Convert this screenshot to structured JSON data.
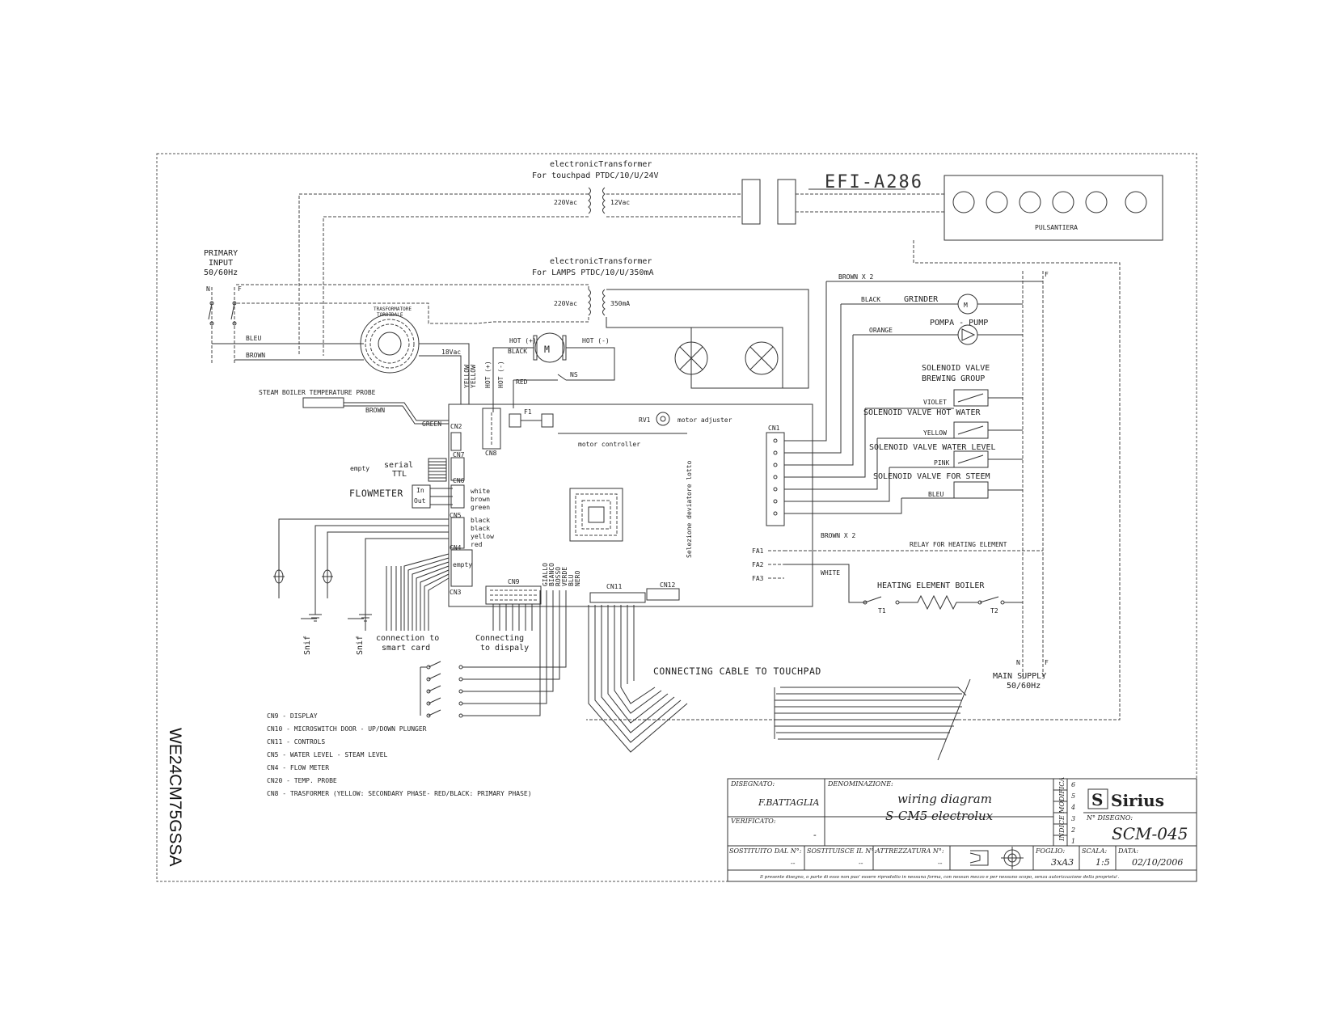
{
  "side_label": "WE24CM75GSSA",
  "top": {
    "transformer1_title": "electronicTransformer",
    "transformer1_spec": "For  touchpad  PTDC/10/U/24V",
    "transformer1_primary": "220Vac",
    "transformer1_secondary": "12Vac",
    "efi_label": "EFI-A286",
    "keypad_label": "PULSANTIERA",
    "transformer2_title": "electronicTransformer",
    "transformer2_spec": "For  LAMPS     PTDC/10/U/350mA",
    "transformer2_primary": "220Vac",
    "transformer2_secondary": "350mA"
  },
  "left": {
    "primary_input": [
      "PRIMARY",
      "INPUT",
      "50/60Hz"
    ],
    "n": "N",
    "f": "F",
    "bleu": "BLEU",
    "brown": "BROWN",
    "toroid_label": [
      "TRASFORMATORE",
      "TOROIDALE"
    ],
    "vac18": "18Vac",
    "steam_probe": "STEAM BOILER TEMPERATURE PROBE",
    "brown2": "BROWN",
    "green": "GREEN",
    "serial": [
      "serial",
      "TTL"
    ],
    "empty": "empty",
    "flowmeter": "FLOWMETER",
    "in": "In",
    "out": "Out",
    "flow_wires": [
      "white",
      "brown",
      "green"
    ],
    "level_wires": [
      "black",
      "black",
      "yellow",
      "red"
    ],
    "empty2": "empty",
    "snif": "Snif",
    "connection_smart": [
      "connection to",
      "smart card"
    ],
    "connecting_display": [
      "Connecting",
      "to dispaly"
    ]
  },
  "board": {
    "motor_labels": [
      "HOT (+)",
      "BLACK",
      "HOT (-)",
      "RED",
      "NS"
    ],
    "yellow_wires": [
      "YELLOW",
      "YELLOW"
    ],
    "hot_labels": [
      "HOT (+)",
      "HOT (-)"
    ],
    "rv1": "RV1",
    "motor_adjuster": "motor adjuster",
    "motor_controller": "motor controller",
    "cn_labels": [
      "CN2",
      "CN8",
      "CN7",
      "CN6",
      "CN5",
      "CN4",
      "CN3",
      "CN9",
      "CN11",
      "CN12",
      "CN1"
    ],
    "f1": "F1",
    "relay_vertical": "Selezione deviatore lotto",
    "display_wires": [
      "GIALLO",
      "BIANCO",
      "ROSSO",
      "VERDE",
      "BLU",
      "NERO"
    ],
    "fa_labels": [
      "FA1",
      "FA2",
      "FA3"
    ]
  },
  "right": {
    "brown_x2_top": "BROWN X 2",
    "black": "BLACK",
    "grinder": "GRINDER",
    "orange": "ORANGE",
    "pump": "POMPA - PUMP",
    "solenoid_brewing": [
      "SOLENOID VALVE",
      "BREWING GROUP"
    ],
    "violet": "VIOLET",
    "solenoid_hot_water": "SOLENOID VALVE HOT WATER",
    "yellow": "YELLOW",
    "solenoid_water_level": "SOLENOID VALVE WATER LEVEL",
    "pink": "PINK",
    "solenoid_steem": "SOLENOID VALVE FOR STEEM",
    "bleu": "BLEU",
    "brown_x2": "BROWN X 2",
    "relay": "RELAY FOR HEATING ELEMENT",
    "white": "WHITE",
    "heating": "HEATING ELEMENT BOILER",
    "t1": "T1",
    "t2": "T2",
    "n": "N",
    "f": "F",
    "main_supply": [
      "MAIN SUPPLY",
      "50/60Hz"
    ],
    "touchpad_cable": "CONNECTING CABLE TO TOUCHPAD"
  },
  "legend": [
    "CN9 - DISPLAY",
    "CN10 - MICROSWITCH DOOR - UP/DOWN PLUNGER",
    "CN11 - CONTROLS",
    "CN5 - WATER LEVEL - STEAM LEVEL",
    "CN4 - FLOW METER",
    "CN20 - TEMP. PROBE",
    "CN8 - TRASFORMER (YELLOW: SECONDARY PHASE- RED/BLACK: PRIMARY PHASE)"
  ],
  "title_block": {
    "disegnato_label": "DISEGNATO:",
    "disegnato_value": "F.BATTAGLIA",
    "verificato_label": "VERIFICATO:",
    "verificato_value": "-",
    "denominazione_label": "DENOMINAZIONE:",
    "title_line1": "wiring diagram",
    "title_line2": "S-CM5 electrolux",
    "indice_label": "INDICE MODIFICA",
    "rev_numbers": [
      "6",
      "5",
      "4",
      "3",
      "2",
      "1"
    ],
    "logo": "Sirius",
    "n_disegno_label": "N° DISEGNO:",
    "n_disegno_value": "SCM-045",
    "sostituito_label": "SOSTITUITO DAL N°:",
    "sostituito_value": "--",
    "sostituisce_label": "SOSTITUISCE IL N°:",
    "sostituisce_value": "--",
    "attrezzatura_label": "ATTREZZATURA N°:",
    "attrezzatura_value": "--",
    "foglio_label": "FOGLIO:",
    "foglio_value": "3xA3",
    "scala_label": "SCALA:",
    "scala_value": "1:5",
    "data_label": "DATA:",
    "data_value": "02/10/2006",
    "footer": "Il presente disegno, o parte di esso non puo' essere riprodotto in nessuna forma, con nessun mezzo e per nessuno scopo, senza autorizzazione della proprieta'."
  }
}
